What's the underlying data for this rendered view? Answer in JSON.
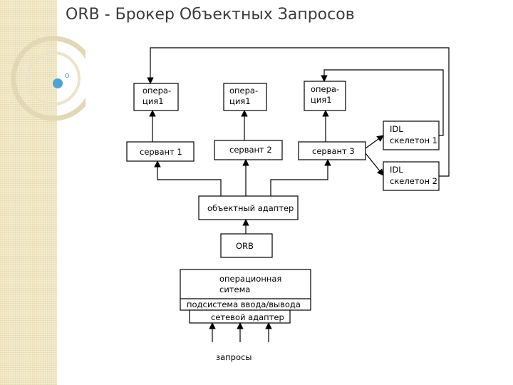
{
  "slide": {
    "title": "ORB - Брокер Объектных Запросов"
  },
  "diagram": {
    "operations": [
      {
        "line1": "опера-",
        "line2": "ция1"
      },
      {
        "line1": "опера-",
        "line2": "ция1"
      },
      {
        "line1": "опера-",
        "line2": "ция1"
      }
    ],
    "servants": [
      "сервант 1",
      "сервант 2",
      "сервант 3"
    ],
    "skeletons": [
      {
        "line1": "IDL",
        "line2": "скелетон 1"
      },
      {
        "line1": "IDL",
        "line2": "скелетон 2"
      }
    ],
    "object_adapter": "объектный адаптер",
    "orb": "ORB",
    "os": {
      "line1": "операционная",
      "line2": "ситема"
    },
    "io_subsystem": "подсистема ввода/вывода",
    "net_adapter": "сетевой адаптер",
    "requests": "запросы"
  }
}
